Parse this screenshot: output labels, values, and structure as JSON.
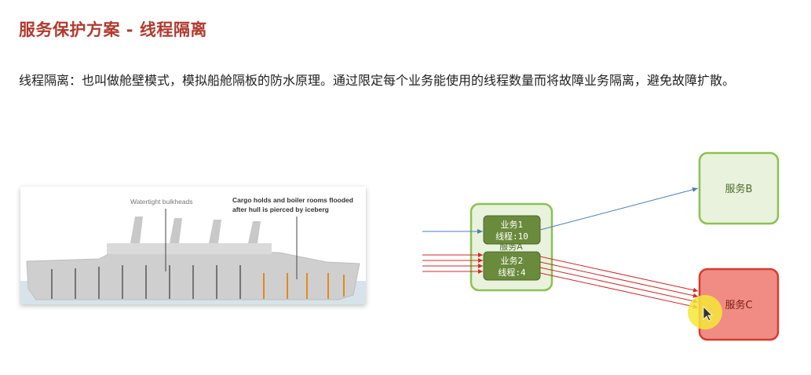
{
  "page": {
    "title": "服务保护方案 - 线程隔离",
    "paragraph": "线程隔离：也叫做舱壁模式，模拟船舱隔板的防水原理。通过限定每个业务能使用的线程数量而将故障业务隔离，避免故障扩散。"
  },
  "ship_figure": {
    "label_bulkheads": "Watertight bulkheads",
    "label_flooded_line1": "Cargo holds and boiler rooms flooded",
    "label_flooded_line2": "after hull is pierced by iceberg"
  },
  "diagram": {
    "service_a": {
      "label": "服务A"
    },
    "service_b": {
      "label": "服务B"
    },
    "service_c": {
      "label": "服务C"
    },
    "business_1": {
      "line1": "业务1",
      "line2": "线程:10"
    },
    "business_2": {
      "line1": "业务2",
      "line2": "线程:4"
    },
    "colors": {
      "title": "#b03a2e",
      "box_fill_green": "#e8f2dc",
      "box_border_green": "#8cc152",
      "inner_box_fill": "#6a8a3c",
      "service_c_fill": "#f08c84",
      "service_c_border": "#d83a2e",
      "arrow_blue": "#4a7fb5",
      "arrow_red": "#d02a2a",
      "cursor_highlight": "#f5e63a"
    }
  }
}
